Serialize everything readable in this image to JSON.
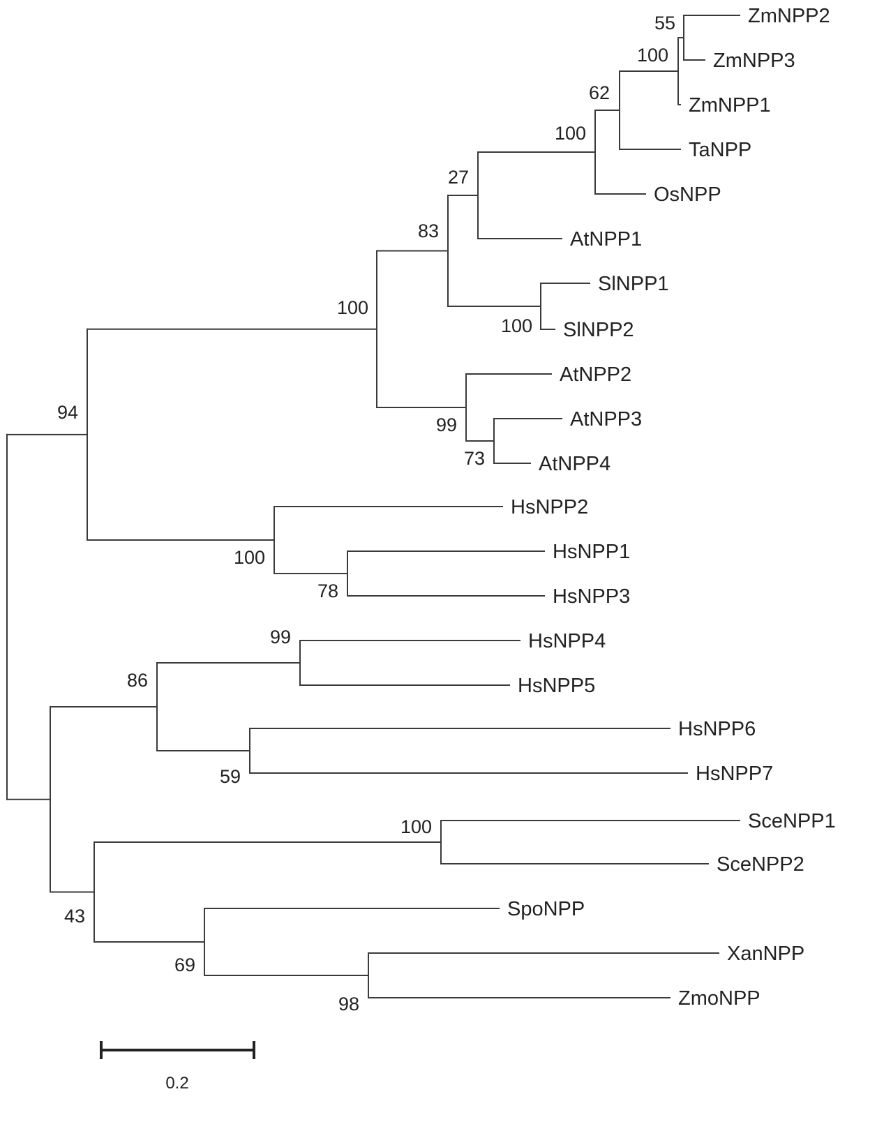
{
  "tree": {
    "leaves": [
      {
        "id": "ZmNPP2",
        "label": "ZmNPP2"
      },
      {
        "id": "ZmNPP3",
        "label": "ZmNPP3"
      },
      {
        "id": "ZmNPP1",
        "label": "ZmNPP1"
      },
      {
        "id": "TaNPP",
        "label": "TaNPP"
      },
      {
        "id": "OsNPP",
        "label": "OsNPP"
      },
      {
        "id": "AtNPP1",
        "label": "AtNPP1"
      },
      {
        "id": "SlNPP1",
        "label": "SlNPP1"
      },
      {
        "id": "SlNPP2",
        "label": "SlNPP2"
      },
      {
        "id": "AtNPP2",
        "label": "AtNPP2"
      },
      {
        "id": "AtNPP3",
        "label": "AtNPP3"
      },
      {
        "id": "AtNPP4",
        "label": "AtNPP4"
      },
      {
        "id": "HsNPP2",
        "label": "HsNPP2"
      },
      {
        "id": "HsNPP1",
        "label": "HsNPP1"
      },
      {
        "id": "HsNPP3",
        "label": "HsNPP3"
      },
      {
        "id": "HsNPP4",
        "label": "HsNPP4"
      },
      {
        "id": "HsNPP5",
        "label": "HsNPP5"
      },
      {
        "id": "HsNPP6",
        "label": "HsNPP6"
      },
      {
        "id": "HsNPP7",
        "label": "HsNPP7"
      },
      {
        "id": "SceNPP1",
        "label": "SceNPP1"
      },
      {
        "id": "SceNPP2",
        "label": "SceNPP2"
      },
      {
        "id": "SpoNPP",
        "label": "SpoNPP"
      },
      {
        "id": "XanNPP",
        "label": "XanNPP"
      },
      {
        "id": "ZmoNPP",
        "label": "ZmoNPP"
      }
    ],
    "support_values": [
      {
        "node": "ZmNPP2-ZmNPP3",
        "value": "55"
      },
      {
        "node": "ZmNPP2-ZmNPP3-ZmNPP1",
        "value": "100"
      },
      {
        "node": "Zm-Ta",
        "value": "62"
      },
      {
        "node": "Zm-Ta-Os",
        "value": "100"
      },
      {
        "node": "grass-AtNPP1",
        "value": "27"
      },
      {
        "node": "grass-AtNPP1-Sl",
        "value": "83"
      },
      {
        "node": "SlNPP1-SlNPP2",
        "value": "100"
      },
      {
        "node": "plants",
        "value": "100"
      },
      {
        "node": "AtNPP2-4",
        "value": "99"
      },
      {
        "node": "AtNPP3-AtNPP4",
        "value": "73"
      },
      {
        "node": "plants-HsNPP1-3",
        "value": "94"
      },
      {
        "node": "HsNPP1-3",
        "value": "100"
      },
      {
        "node": "HsNPP1-HsNPP3",
        "value": "78"
      },
      {
        "node": "HsNPP4-HsNPP5",
        "value": "99"
      },
      {
        "node": "HsNPP4-7",
        "value": "86"
      },
      {
        "node": "HsNPP6-HsNPP7",
        "value": "59"
      },
      {
        "node": "SceNPP1-SceNPP2",
        "value": "100"
      },
      {
        "node": "fungi-bacteria",
        "value": "43"
      },
      {
        "node": "Spo-Xan-Zmo",
        "value": "69"
      },
      {
        "node": "XanNPP-ZmoNPP",
        "value": "98"
      }
    ],
    "scale_bar": {
      "label": "0.2",
      "length": 0.2
    }
  }
}
